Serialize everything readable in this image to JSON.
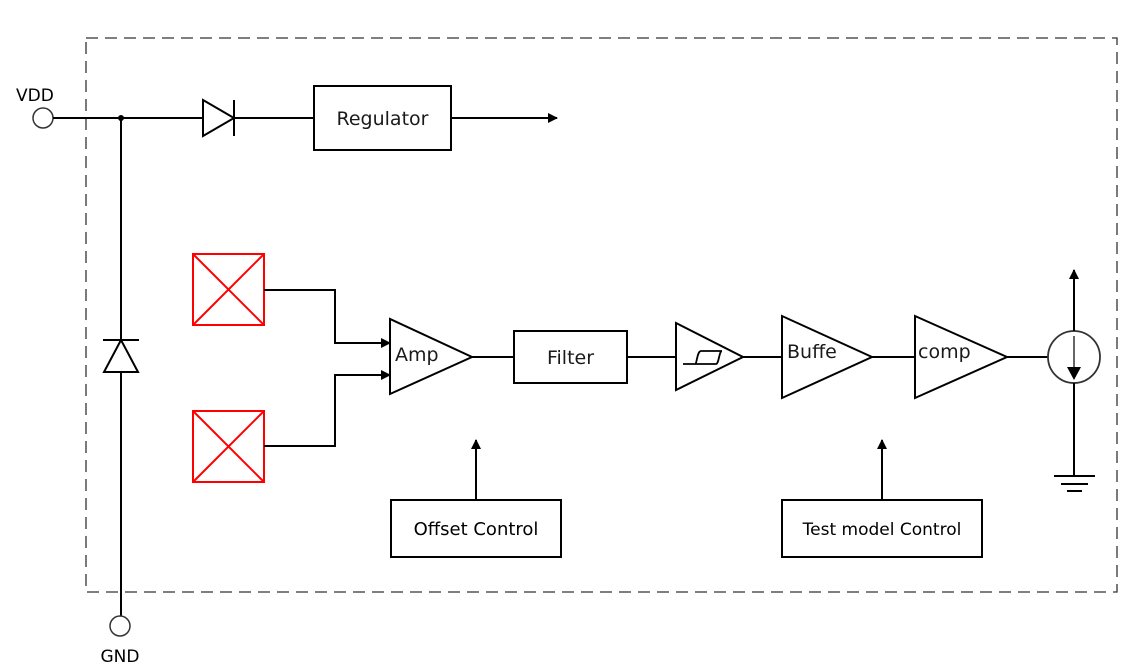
{
  "diagram": {
    "title": "",
    "pins": {
      "vdd": "VDD",
      "gnd": "GND"
    },
    "blocks": {
      "regulator": "Regulator",
      "amp": "Amp",
      "filter": "Filter",
      "schmitt": "",
      "buffer": "Buffe",
      "comp": "comp",
      "offset_control": "Offset Control",
      "test_control": "Test model Control"
    },
    "colors": {
      "sensor": "#ff0000",
      "line": "#000000",
      "boundary": "#333333"
    },
    "components": [
      {
        "id": "vdd-pin",
        "type": "terminal",
        "label": "VDD"
      },
      {
        "id": "gnd-pin",
        "type": "terminal",
        "label": "GND"
      },
      {
        "id": "supply-diode",
        "type": "diode"
      },
      {
        "id": "esd-diode",
        "type": "diode"
      },
      {
        "id": "regulator",
        "type": "block",
        "label": "Regulator"
      },
      {
        "id": "hall-sensor-1",
        "type": "sensor"
      },
      {
        "id": "hall-sensor-2",
        "type": "sensor"
      },
      {
        "id": "amp",
        "type": "amplifier",
        "label": "Amp"
      },
      {
        "id": "filter",
        "type": "block",
        "label": "Filter"
      },
      {
        "id": "schmitt-trigger",
        "type": "amplifier"
      },
      {
        "id": "buffer",
        "type": "amplifier",
        "label": "Buffe"
      },
      {
        "id": "comparator",
        "type": "amplifier",
        "label": "comp"
      },
      {
        "id": "current-source",
        "type": "current-source"
      },
      {
        "id": "ground",
        "type": "ground"
      },
      {
        "id": "offset-control",
        "type": "block",
        "label": "Offset Control"
      },
      {
        "id": "test-control",
        "type": "block",
        "label": "Test model Control"
      }
    ]
  }
}
